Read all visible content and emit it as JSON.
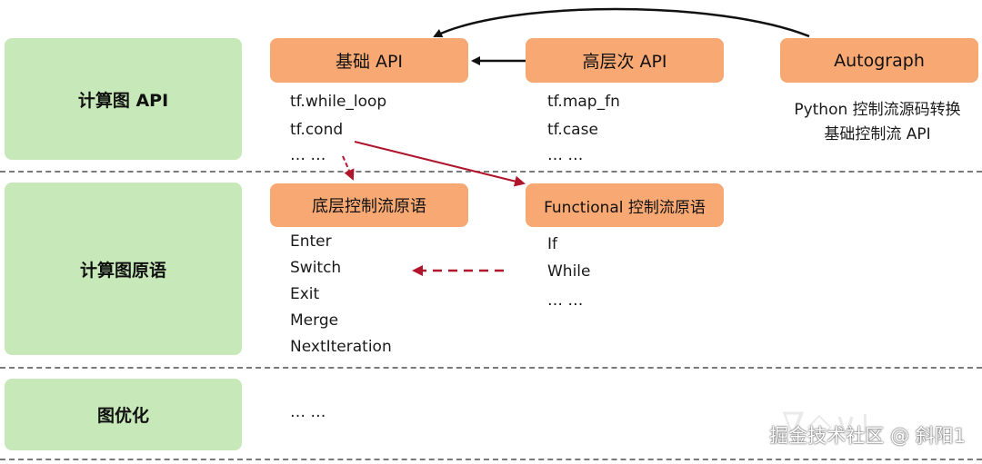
{
  "rows": {
    "api": "计算图 API",
    "primitive": "计算图原语",
    "optimization": "图优化"
  },
  "boxes": {
    "basic_api": "基础 API",
    "high_api": "高层次 API",
    "autograph": "Autograph",
    "low_primitive": "底层控制流原语",
    "functional_primitive": "Functional 控制流原语"
  },
  "basic_api_items": [
    "tf.while_loop",
    "tf.cond",
    "… …"
  ],
  "high_api_items": [
    "tf.map_fn",
    "tf.case",
    "… …"
  ],
  "autograph_desc": [
    "Python 控制流源码转换",
    "基础控制流 API"
  ],
  "low_primitive_items": [
    "Enter",
    "Switch",
    "Exit",
    "Merge",
    "NextIteration"
  ],
  "functional_items": [
    "If",
    "While",
    "… …"
  ],
  "optimization_items": [
    "… …"
  ],
  "watermark": "掘金技术社区 @ 斜阳1",
  "colors": {
    "row_label_bg": "#c7e8b8",
    "box_bg": "#f8a872",
    "arrow_black": "#111111",
    "arrow_red": "#b0152b",
    "divider": "#7a7a7a"
  }
}
